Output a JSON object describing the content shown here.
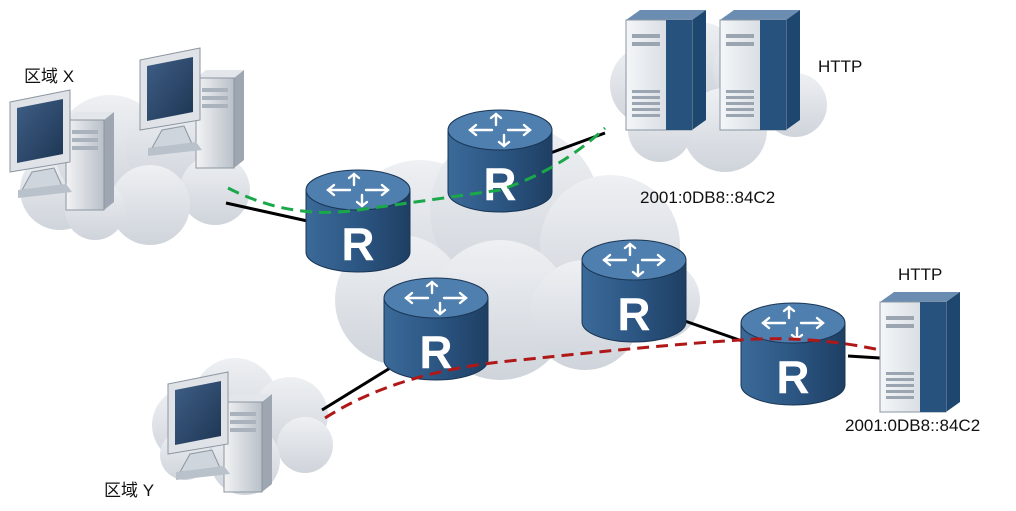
{
  "labels": {
    "zone_x": "区域 X",
    "zone_y": "区域 Y",
    "http_top": "HTTP",
    "http_bottom": "HTTP",
    "addr_top": "2001:0DB8::84C2",
    "addr_bottom": "2001:0DB8::84C2"
  },
  "router_letter": "R",
  "colors": {
    "cloud": "#d9dde3",
    "router_body": "#2f5a86",
    "router_top": "#4a7aa8",
    "server": "#1f4e7a",
    "green_path": "#1aa84a",
    "red_path": "#b01818",
    "link": "#000000"
  }
}
